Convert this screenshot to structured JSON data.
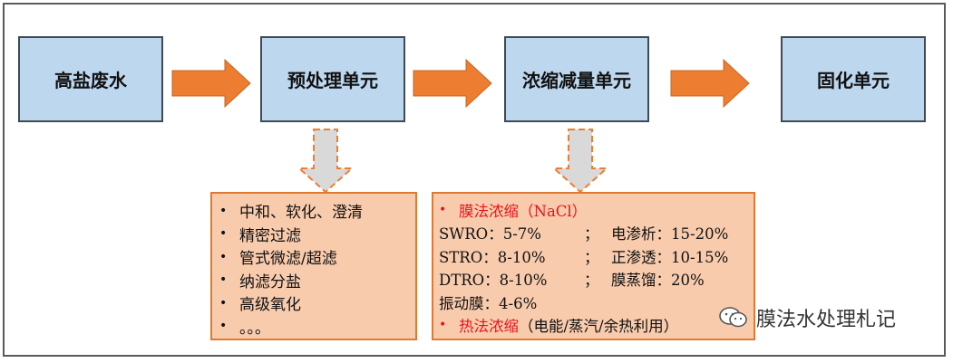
{
  "stages": [
    "高盐废水",
    "预处理单元",
    "浓缩减量单元",
    "固化单元"
  ],
  "pretreatment_items": [
    "中和、软化、澄清",
    "精密过滤",
    "管式微滤/超滤",
    "纳滤分盐",
    "高级氧化",
    "。。。"
  ],
  "concentration": {
    "membrane_heading": "膜法浓缩（NaCl）",
    "rows": [
      {
        "left": "SWRO：5-7%",
        "sep": "；",
        "right": "电渗析：15-20%"
      },
      {
        "left": "STRO：8-10%",
        "sep": "；",
        "right": "正渗透：10-15%"
      },
      {
        "left": "DTRO：8-10%",
        "sep": "；",
        "right": "膜蒸馏：20%"
      }
    ],
    "vibration": "振动膜：4-6%",
    "thermal_heading": "热法浓缩",
    "thermal_detail": "（电能/蒸汽/余热利用）"
  },
  "watermark": "膜法水处理札记",
  "colors": {
    "stage_fill": "#bdd7ee",
    "arrow_orange": "#ed7d31",
    "note_fill": "#f8cbad",
    "down_arrow_fill": "#d9d9d9",
    "highlight_red": "#e8121b"
  }
}
